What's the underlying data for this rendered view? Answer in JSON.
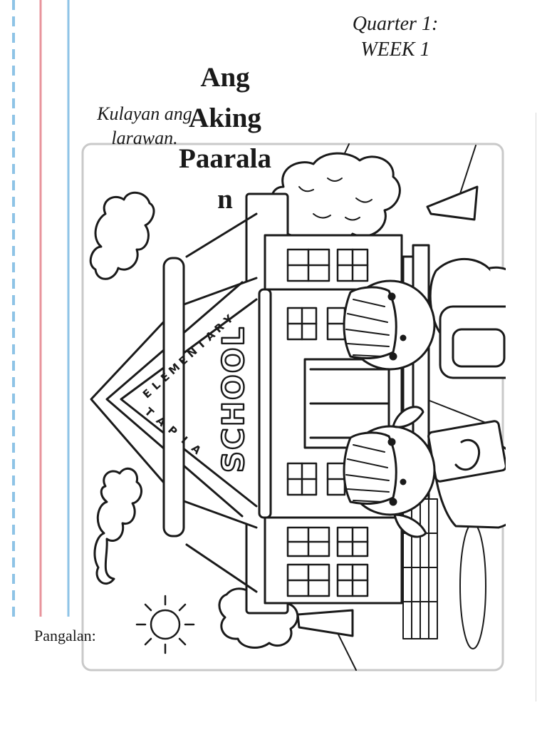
{
  "header": {
    "quarter_line1": "Quarter 1:",
    "quarter_line2": "WEEK 1"
  },
  "title": {
    "line1": "Ang",
    "line2": "Aking",
    "line3": "Paarala",
    "line4": "n"
  },
  "instruction": {
    "line1": "Kulayan ang",
    "line2": "larawan."
  },
  "illustration": {
    "sign_letters_upper": [
      "E",
      "L",
      "E",
      "M",
      "E",
      "N",
      "T",
      "A",
      "R",
      "Y"
    ],
    "sign_letters_lower": [
      "T",
      "A",
      "P",
      "I",
      "A"
    ],
    "building_word": "SCHOOL",
    "icons": [
      "school-building-icon",
      "tree-icon",
      "cloud-icon",
      "sun-icon",
      "girl-student-icon",
      "backpack-icon",
      "book-icon"
    ]
  },
  "footer": {
    "name_label": "Pangalan:"
  },
  "colors": {
    "ink": "#1a1a1a",
    "margin_red": "#e8949c",
    "margin_blue": "#8ec3e6",
    "frame": "#c9c9c9"
  }
}
